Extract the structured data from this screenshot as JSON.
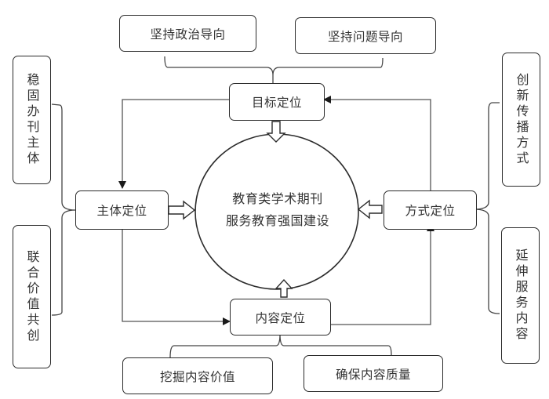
{
  "diagram": {
    "center": {
      "line1": "教育类学术期刊",
      "line2": "服务教育强国建设"
    },
    "nodes": {
      "goal": "目标定位",
      "subject": "主体定位",
      "method": "方式定位",
      "content": "内容定位"
    },
    "goal_children": [
      "坚持政治导向",
      "坚持问题导向"
    ],
    "subject_children": [
      "稳固办刊主体",
      "联合价值共创"
    ],
    "method_children": [
      "创新传播方式",
      "延伸服务内容"
    ],
    "content_children": [
      "挖掘内容价值",
      "确保内容质量"
    ],
    "colors": {
      "stroke": "#2b2b2b",
      "line": "#555555",
      "background": "#ffffff"
    }
  }
}
